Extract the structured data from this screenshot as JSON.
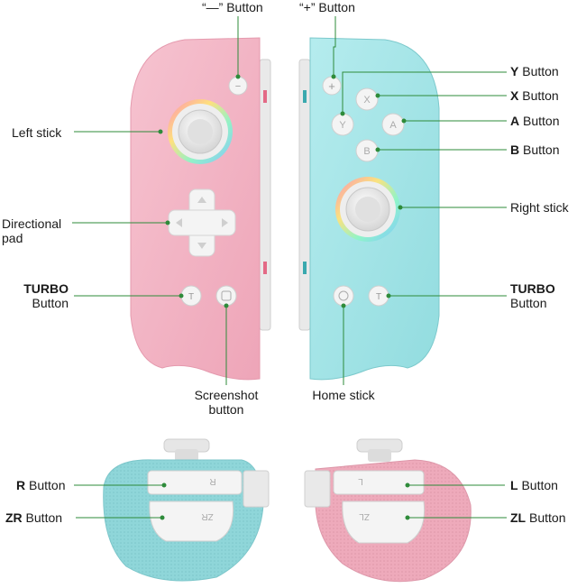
{
  "labels": {
    "minus_button": "“—” Button",
    "plus_button": "“+” Button",
    "left_stick": "Left stick",
    "directional_pad_1": "Directional",
    "directional_pad_2": "pad",
    "turbo_left_1": "TURBO",
    "turbo_left_2": "Button",
    "screenshot_1": "Screenshot",
    "screenshot_2": "button",
    "home_stick": "Home stick",
    "y_bold": "Y",
    "y_rest": " Button",
    "x_bold": "X",
    "x_rest": " Button",
    "a_bold": "A",
    "a_rest": " Button",
    "b_bold": "B",
    "b_rest": " Button",
    "right_stick": "Right stick",
    "turbo_right_1": "TURBO",
    "turbo_right_2": "Button",
    "r_bold": "R",
    "r_rest": " Button",
    "zr_bold": "ZR",
    "zr_rest": " Button",
    "l_bold": "L",
    "l_rest": " Button",
    "zl_bold": "ZL",
    "zl_rest": " Button"
  },
  "buttons": {
    "minus": "−",
    "plus": "+",
    "y": "Y",
    "x": "X",
    "a": "A",
    "b": "B",
    "turbo": "T",
    "r_trigger": "R",
    "zr_trigger": "ZR",
    "l_trigger": "L",
    "zl_trigger": "ZL"
  },
  "colors": {
    "pink": "#f3b4c4",
    "cyan": "#a8e6e8",
    "leader": "#2e8b3a",
    "button": "#f4f4f4"
  }
}
